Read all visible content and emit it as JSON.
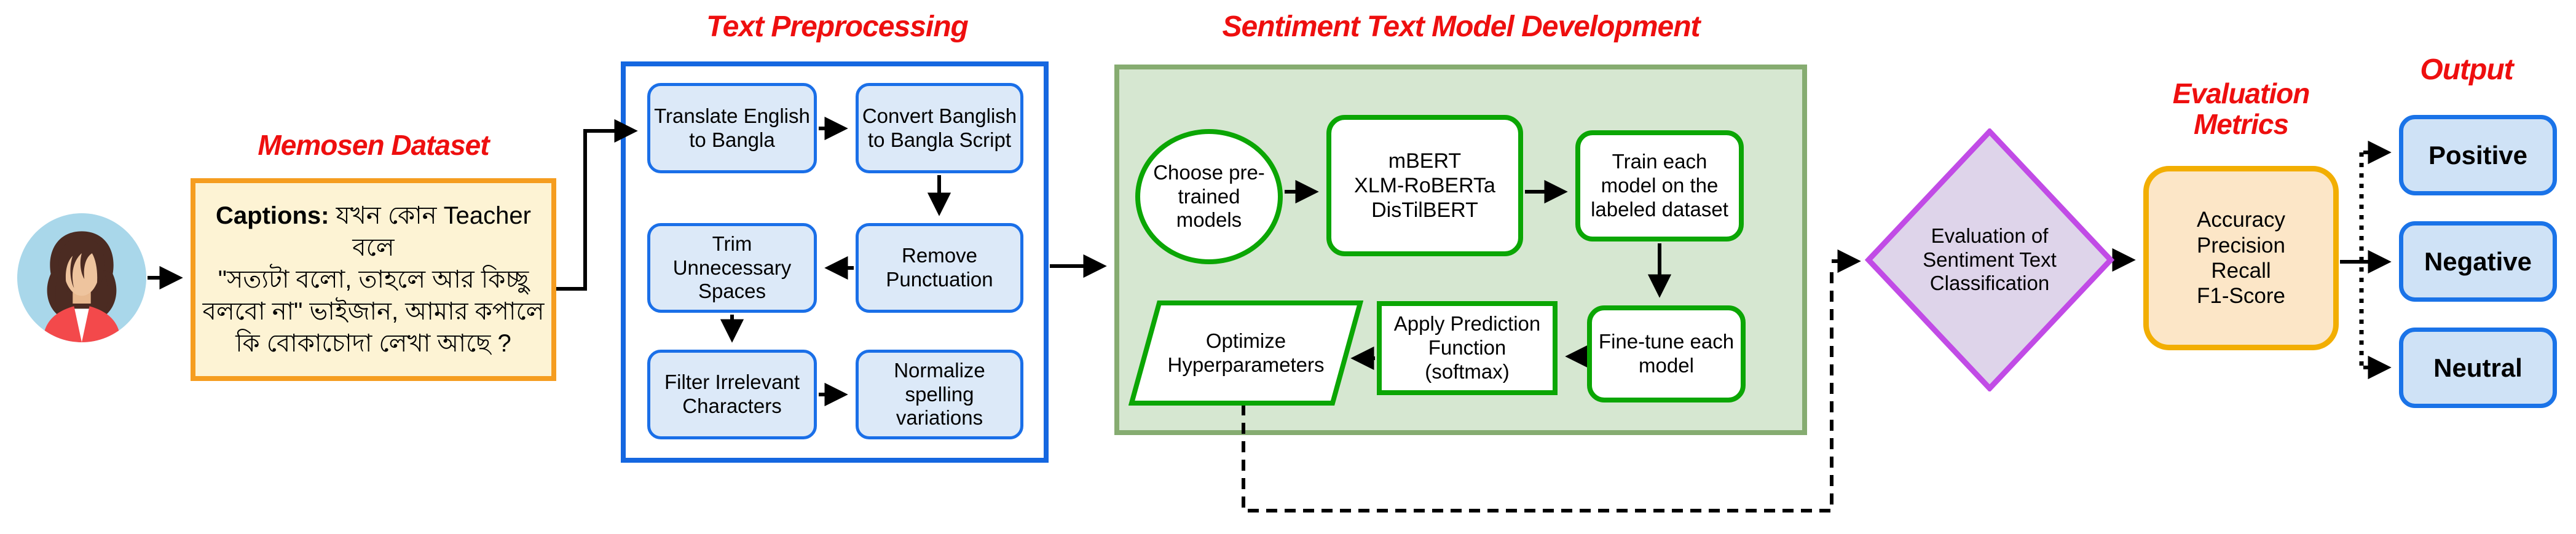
{
  "titles": {
    "memosen": "Memosen Dataset",
    "preprocessing": "Text Preprocessing",
    "model_dev": "Sentiment Text Model Development",
    "metrics": "Evaluation\nMetrics",
    "output": "Output"
  },
  "memosen": {
    "caption_label": "Captions:",
    "caption_line1": " যখন কোন Teacher বলে",
    "caption_line2": "\"সত্যটা বলো, তাহলে আর কিচ্ছু",
    "caption_line3": "বলবো না\"  ভাইজান, আমার কপালে",
    "caption_line4": "কি বোকাচোদা লেখা আছে ?"
  },
  "preprocessing": {
    "translate": "Translate English to Bangla",
    "convert": "Convert Banglish to Bangla Script",
    "trim": "Trim Unnecessary Spaces",
    "remove": "Remove Punctuation",
    "filter": "Filter Irrelevant Characters",
    "normalize": "Normalize spelling variations"
  },
  "model_dev": {
    "choose": "Choose pre-trained models",
    "models": "mBERT\nXLM-RoBERTa\nDisTilBERT",
    "train": "Train each model on the labeled dataset",
    "finetune": "Fine-tune each model",
    "apply": "Apply Prediction Function (softmax)",
    "optimize": "Optimize Hyperparameters"
  },
  "decision": {
    "label": "Evaluation of Sentiment Text Classification"
  },
  "metrics": {
    "lines": "Accuracy\nPrecision\nRecall\nF1-Score"
  },
  "outputs": {
    "positive": "Positive",
    "negative": "Negative",
    "neutral": "Neutral"
  },
  "colors": {
    "title_red": "#ee0f0f",
    "arrow_black": "#000000",
    "blue_container_border": "#1567e0",
    "blue_box_fill": "#dce9f8",
    "blue_box_border": "#1a6fe8",
    "green_container_fill": "#d6e7d1",
    "green_container_border": "#86ac71",
    "green_shape_border": "#0ba604",
    "memosen_fill": "#fdf3d4",
    "memosen_border": "#f59d20",
    "metrics_fill": "#fce6c7",
    "metrics_border": "#f2ae02",
    "diamond_fill": "#ded4ea",
    "diamond_border": "#c14be6",
    "output_fill": "#cfe2f6",
    "output_border": "#1a73e8",
    "avatar_bg": "#a9d7ea",
    "avatar_hair": "#4b2b22",
    "avatar_skin": "#eec49e",
    "avatar_jacket": "#f3494b"
  }
}
